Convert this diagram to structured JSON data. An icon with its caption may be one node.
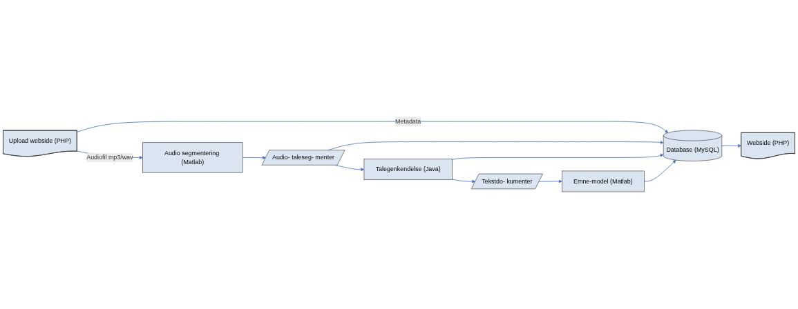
{
  "diagram": {
    "nodes": [
      {
        "text": [
          "Upload webside (PHP)"
        ]
      },
      {
        "text": [
          "Database (MySQL)"
        ]
      },
      {
        "text": [
          "Webside (PHP)"
        ]
      },
      {
        "text": [
          "Audio segmentering (Matlab)"
        ]
      },
      {
        "text": [
          "Audio- taleseg- menter"
        ]
      },
      {
        "text": [
          "Talegenkendelse (Java)"
        ]
      },
      {
        "text": [
          "Tekstdo- kumenter"
        ]
      },
      {
        "text": [
          "Emne-model (Matlab)"
        ]
      }
    ],
    "edges": [
      {
        "from": 0,
        "to": 1,
        "arrow": "to",
        "label": "Metadata"
      },
      {
        "from": 0,
        "to": 3,
        "arrow": "to",
        "label": "Audiofil mp3/wav"
      },
      {
        "from": 1,
        "to": 2,
        "arrow": "to"
      },
      {
        "from": 3,
        "to": 4,
        "arrow": "to"
      },
      {
        "from": 4,
        "to": 5,
        "arrow": "to"
      },
      {
        "from": 4,
        "to": 1,
        "arrow": "to"
      },
      {
        "from": 5,
        "to": 1,
        "arrow": "to"
      },
      {
        "from": 5,
        "to": 6,
        "arrow": "to"
      },
      {
        "from": 6,
        "to": 7,
        "arrow": "to"
      },
      {
        "from": 7,
        "to": 1,
        "arrow": "to"
      }
    ]
  }
}
